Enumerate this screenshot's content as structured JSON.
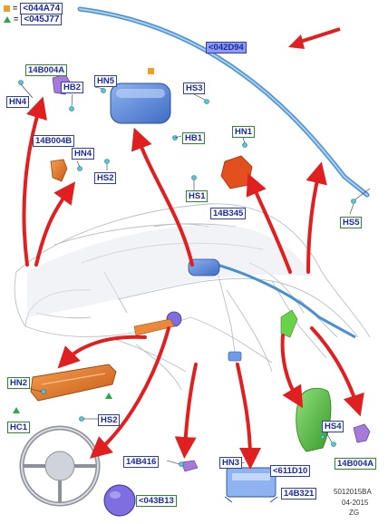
{
  "legend": {
    "left_hand_drive": "<044A74",
    "right_hand_drive": "<045J77",
    "square_color": "#f0a020",
    "triangle_color": "#2aa84a",
    "equals": "="
  },
  "labels": {
    "curtain_airbag": "<042D94",
    "driver_knee_module": "14B004A",
    "hn4_top": "HN4",
    "hb2": "HB2",
    "hn5": "HN5",
    "hs3": "HS3",
    "hb1": "HB1",
    "hs2_top": "HS2",
    "left_module": "14B004B",
    "hn4_mid": "HN4",
    "hn1": "HN1",
    "hs1": "HS1",
    "seat_module": "14B345",
    "hs5": "HS5",
    "hn2": "HN2",
    "hs2_bottom": "HS2",
    "hc1": "HC1",
    "steering_part": "14B416",
    "driver_airbag": "<043B13",
    "hn3": "HN3",
    "rcm_module": "14B321",
    "seat_airbag": "<611D10",
    "hs4": "HS4",
    "right_module": "14B004A"
  },
  "footer": {
    "code": "5012015BA",
    "date": "04-2015",
    "initials": "ZG"
  },
  "colors": {
    "arrow_red": "#e02020",
    "component_blue": "#5a86d8",
    "component_orange": "#e07a2a",
    "component_purple": "#9a6ad0",
    "seat_green": "#5cc24a"
  }
}
